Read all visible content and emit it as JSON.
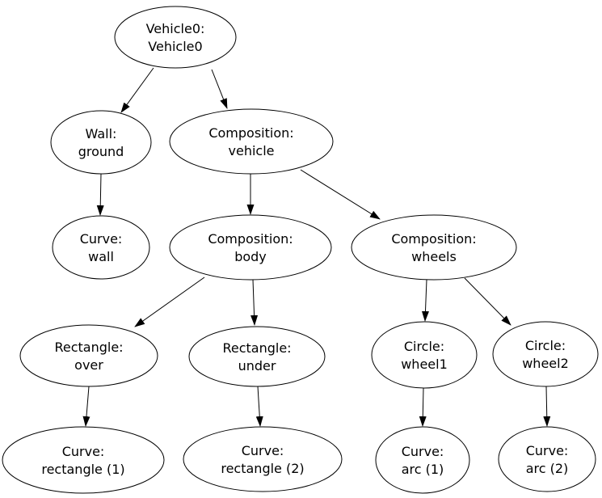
{
  "diagram": {
    "type": "directed-graph-tree",
    "colors": {
      "background": "#ffffff",
      "node_fill": "#ffffff",
      "node_stroke": "#000000",
      "text": "#000000",
      "edge": "#000000"
    },
    "nodes": {
      "vehicle0": {
        "line1": "Vehicle0:",
        "line2": "Vehicle0"
      },
      "wall_ground": {
        "line1": "Wall:",
        "line2": "ground"
      },
      "composition_vehicle": {
        "line1": "Composition:",
        "line2": "vehicle"
      },
      "curve_wall": {
        "line1": "Curve:",
        "line2": "wall"
      },
      "composition_body": {
        "line1": "Composition:",
        "line2": "body"
      },
      "composition_wheels": {
        "line1": "Composition:",
        "line2": "wheels"
      },
      "rectangle_over": {
        "line1": "Rectangle:",
        "line2": "over"
      },
      "rectangle_under": {
        "line1": "Rectangle:",
        "line2": "under"
      },
      "circle_wheel1": {
        "line1": "Circle:",
        "line2": "wheel1"
      },
      "circle_wheel2": {
        "line1": "Circle:",
        "line2": "wheel2"
      },
      "curve_rectangle1": {
        "line1": "Curve:",
        "line2": "rectangle (1)"
      },
      "curve_rectangle2": {
        "line1": "Curve:",
        "line2": "rectangle (2)"
      },
      "curve_arc1": {
        "line1": "Curve:",
        "line2": "arc (1)"
      },
      "curve_arc2": {
        "line1": "Curve:",
        "line2": "arc (2)"
      }
    },
    "edges": [
      {
        "from": "vehicle0",
        "to": "wall_ground"
      },
      {
        "from": "vehicle0",
        "to": "composition_vehicle"
      },
      {
        "from": "wall_ground",
        "to": "curve_wall"
      },
      {
        "from": "composition_vehicle",
        "to": "composition_body"
      },
      {
        "from": "composition_vehicle",
        "to": "composition_wheels"
      },
      {
        "from": "composition_body",
        "to": "rectangle_over"
      },
      {
        "from": "composition_body",
        "to": "rectangle_under"
      },
      {
        "from": "composition_wheels",
        "to": "circle_wheel1"
      },
      {
        "from": "composition_wheels",
        "to": "circle_wheel2"
      },
      {
        "from": "rectangle_over",
        "to": "curve_rectangle1"
      },
      {
        "from": "rectangle_under",
        "to": "curve_rectangle2"
      },
      {
        "from": "circle_wheel1",
        "to": "curve_arc1"
      },
      {
        "from": "circle_wheel2",
        "to": "curve_arc2"
      }
    ]
  }
}
